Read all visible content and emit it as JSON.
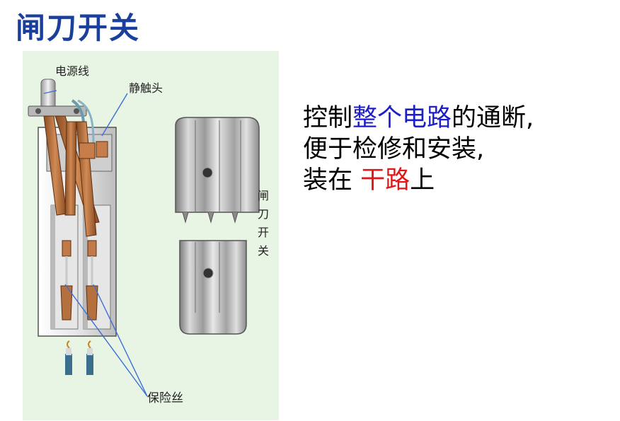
{
  "title": "闸刀开关",
  "figure": {
    "labels": {
      "power_line": "电源线",
      "static_contact": "静触头",
      "knife_switch_chars": [
        "闸",
        "刀",
        "开",
        "关"
      ],
      "fuse": "保险丝"
    },
    "colors": {
      "background": "#e8f4e4",
      "blade": "#b4703e",
      "annotation_line": "#3c6fd1"
    }
  },
  "description": {
    "line1": {
      "part1": "控制",
      "highlight": "整个电路",
      "part2": "的通断,"
    },
    "line2": "便于检修和安装,",
    "line3": {
      "part1": "装在 ",
      "highlight": "干路",
      "part2": "上"
    },
    "colors": {
      "highlight_blue": "#1e1ec8",
      "highlight_red": "#e01818"
    }
  }
}
